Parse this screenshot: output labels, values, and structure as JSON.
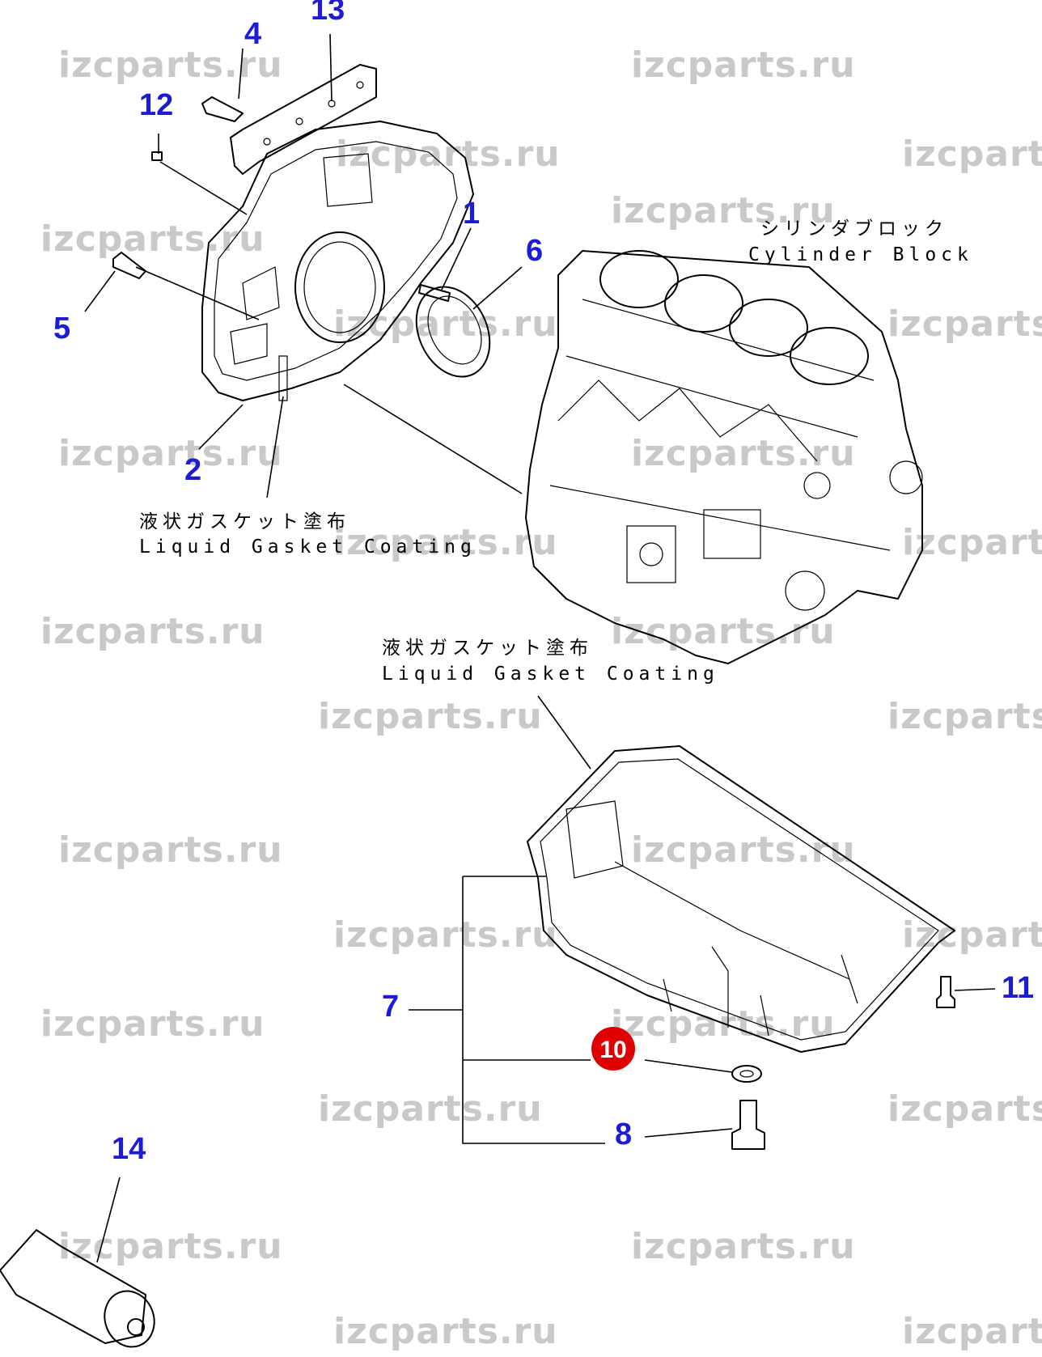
{
  "watermark": "izcparts.ru",
  "labels": {
    "cylinder_block_jp": "シリンダブロック",
    "cylinder_block_en": "Cylinder Block",
    "gasket_jp_1": "液状ガスケット塗布",
    "gasket_en_1": "Liquid Gasket Coating",
    "gasket_jp_2": "液状ガスケット塗布",
    "gasket_en_2": "Liquid Gasket Coating"
  },
  "callouts": {
    "c1": "1",
    "c2": "2",
    "c4": "4",
    "c5": "5",
    "c6": "6",
    "c7": "7",
    "c8": "8",
    "c10": "10",
    "c11": "11",
    "c12": "12",
    "c13": "13",
    "c14": "14"
  },
  "highlighted_callout": "10",
  "colors": {
    "callout": "#1c1cd6",
    "highlight": "#e10000",
    "watermark": "#c9c9c9",
    "linework": "#000000"
  }
}
